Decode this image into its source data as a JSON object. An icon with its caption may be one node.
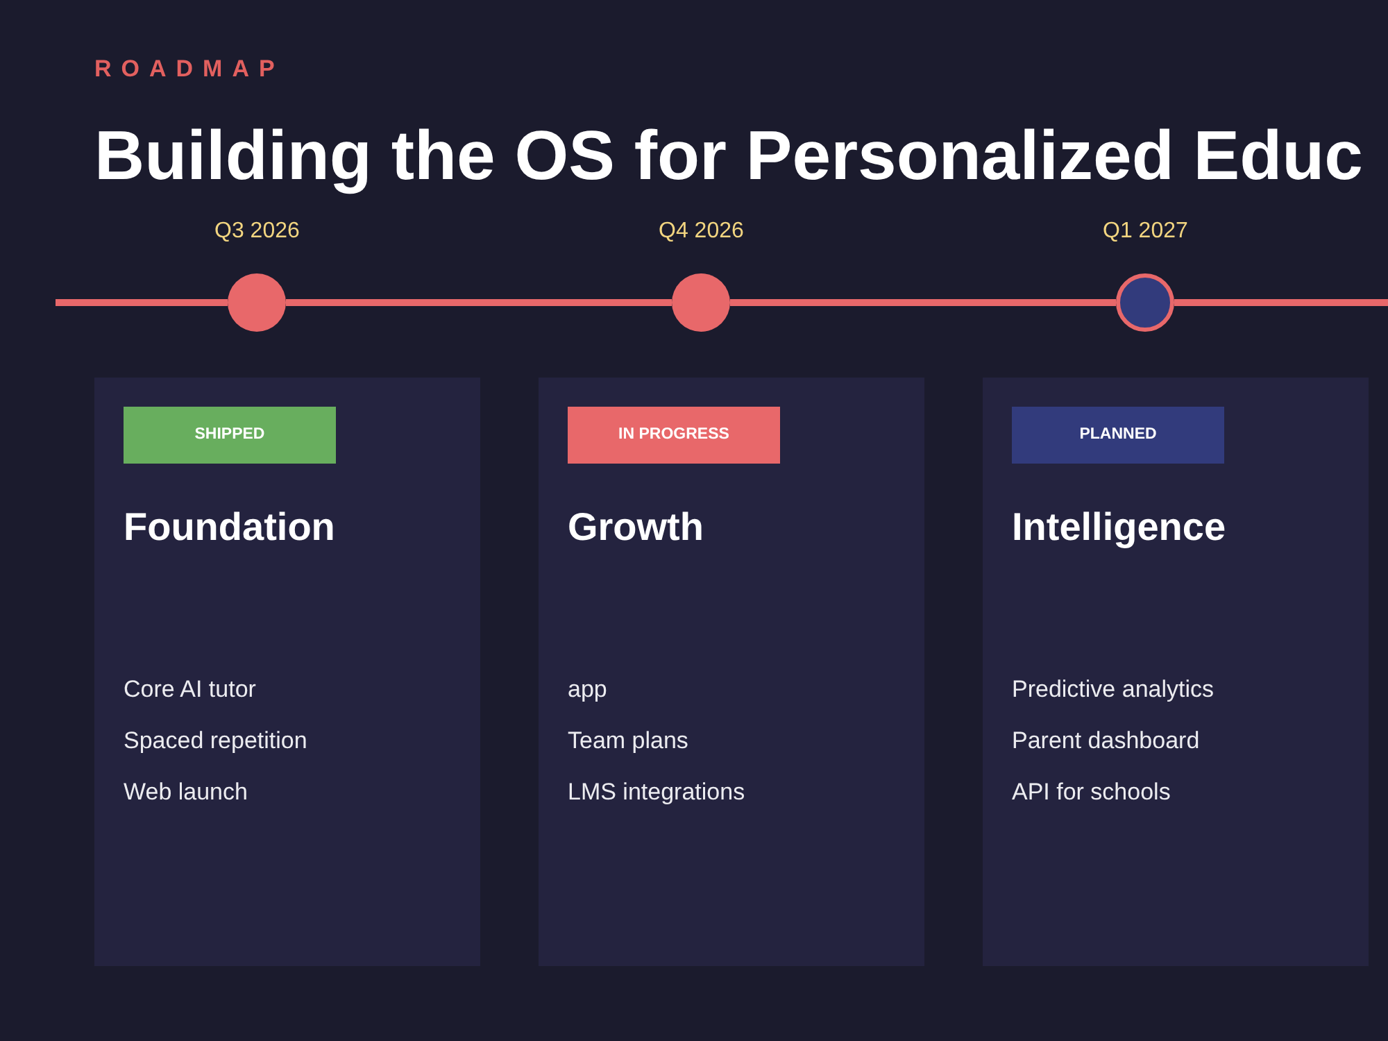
{
  "diagram": {
    "title": "Building the OS for Personalized Educ",
    "nodes": [
      {
        "text": [],
        "shape": "circle",
        "beside": [
          "Q3 2026"
        ]
      },
      {
        "text": [],
        "shape": "circle",
        "beside": [
          "Q4 2026"
        ]
      },
      {
        "text": [],
        "shape": "circle",
        "beside": [
          "Q1 2027"
        ]
      },
      {
        "text": [
          "Foundation",
          "Core AI tutor",
          "Spaced repetition",
          "Web launch"
        ]
      },
      {
        "text": [
          "SHIPPED"
        ],
        "in": 3
      },
      {
        "text": [
          "Growth",
          "app",
          "Team plans",
          "LMS integrations"
        ]
      },
      {
        "text": [
          "IN PROGRESS"
        ],
        "in": 5
      },
      {
        "text": [
          "Intelligence",
          "Predictive analytics",
          "Parent dashboard",
          "API for schools"
        ]
      },
      {
        "text": [
          "PLANNED"
        ],
        "in": 7
      }
    ],
    "edges": [
      {
        "from": null,
        "to": 0,
        "arrow": "none"
      },
      {
        "from": 0,
        "to": 1,
        "arrow": "none"
      },
      {
        "from": 1,
        "to": 2,
        "arrow": "none"
      },
      {
        "from": 2,
        "to": null,
        "arrow": "none"
      }
    ],
    "labels": [
      "ROADMAP"
    ]
  }
}
